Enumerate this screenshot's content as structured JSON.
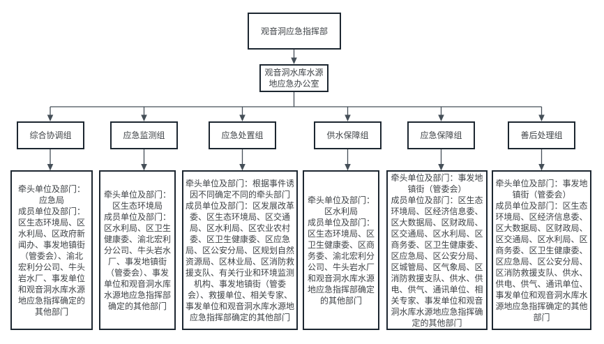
{
  "page": {
    "background": "#ffffff"
  },
  "colors": {
    "page-bg": "#ffffff",
    "box-fill": "#ffffff",
    "box-border": "#1c2630",
    "connector": "#454f58",
    "text-color": "#3f4347"
  },
  "org_chart": {
    "root": {
      "label": "观音洞应急指挥部"
    },
    "office": {
      "lines": [
        "观音洞水库水源",
        "地应急办公室"
      ]
    },
    "groups": [
      {
        "name": "综合协调组",
        "detail_lines": [
          "牵头单位及部门：",
          "应急局",
          "成员单位及部门：",
          "区生态环境局、区",
          "水利局、区政府新",
          "闻办、事发地镇街",
          "（管委会）、渝北",
          "宏利分公司、牛头",
          "岩水厂、事发单位",
          "和观音洞水库水源",
          "地应急指挥确定的",
          "其他部门"
        ]
      },
      {
        "name": "应急监测组",
        "detail_lines": [
          "牵头单位及部门：",
          "区生态环境局",
          "成员单位及部门：",
          "区水利局、区卫生",
          "健康委、渝北宏利",
          "分公司、牛头岩水",
          "厂、事发地镇街",
          "（管委会）、事发",
          "单位和观音洞水库",
          "水源地应急指挥部",
          "确定的其他部门"
        ]
      },
      {
        "name": "应急处置组",
        "detail_lines": [
          "牵头单位及部门：根据事件诱",
          "因不同确定不同的牵头部门",
          "成员单位及部门：区发展改革",
          "委、区生态环境局、区交通",
          "局、区水利局、区农业农村",
          "委、区卫生健康委、区应急",
          "局、区公安分局、区规划自然",
          "资源局、区林业局、区消防救",
          "援支队、有关行业和环境监测",
          "机构、事发地镇街（管委",
          "会）、救援单位、相关专家、",
          "事发单位和观音洞水库水源地",
          "应急指挥部确定的其他部门"
        ]
      },
      {
        "name": "供水保障组",
        "detail_lines": [
          "牵头单位及部门：",
          "区水利局",
          "成员单位及部门：",
          "区生态环境局、区",
          "卫生健康委、区商",
          "务委、渝北宏利分",
          "公司、牛头岩水厂",
          "和观音洞水库水源",
          "地应急指挥部确定",
          "的其他部门"
        ]
      },
      {
        "name": "应急保障组",
        "detail_lines": [
          "牵头单位及部门：事发地",
          "镇街（管委会）",
          "成员单位及部门：区生态",
          "环境局、区经济信息委、",
          "区大数据局、区财政局、",
          "区交通局、区水利局、区",
          "商务委、区卫生健康委、",
          "区应急局、区公安分局、",
          "区城管局、区气象局、区",
          "消防救援支队、供水、供",
          "电、供气、通讯单位、相",
          "关专家、事发单位和观音",
          "洞水库水源地应急指挥确",
          "定的其他部门"
        ]
      },
      {
        "name": "善后处理组",
        "detail_lines": [
          "牵头单位及部门：事发地",
          "镇街（管委会）",
          "成员单位及部门：区生态",
          "环境局、区经济信息委、",
          "区大数据局、区财政局、",
          "区交通局、区水利局、区",
          "商务委、区卫生健康委、",
          "区应急局、区公安分局、",
          "区消防救援支队、供水、",
          "供电、供气、通讯单位、",
          "事发单位和观音洞水库水",
          "源地应急指挥确定的其他",
          "部门"
        ]
      }
    ]
  }
}
